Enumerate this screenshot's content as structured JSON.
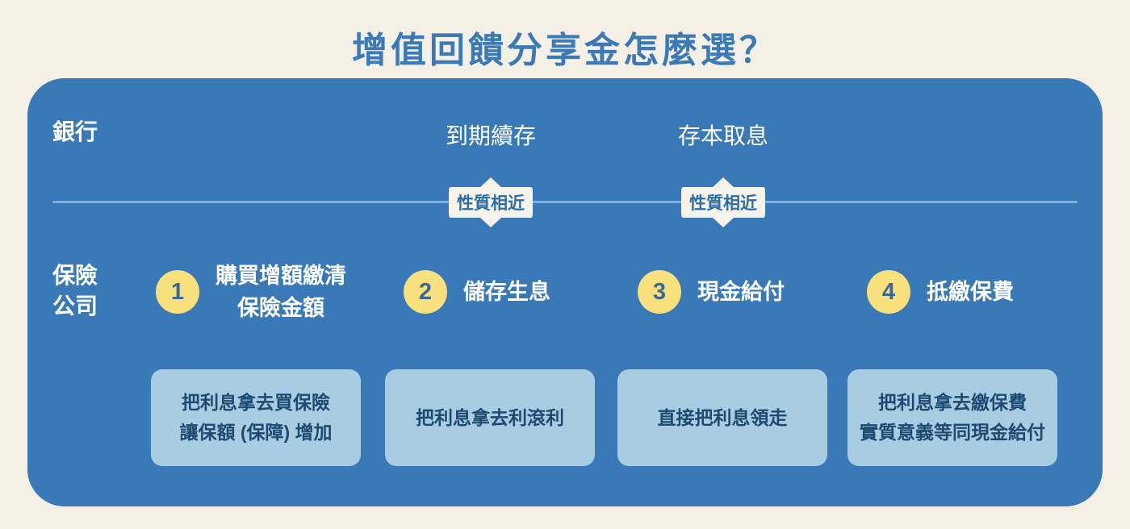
{
  "title": "增值回饋分享金怎麼選？",
  "colors": {
    "page_background": "#f5f0e6",
    "panel_blue": "#3a79b8",
    "card_light_blue": "#a8cce2",
    "circle_yellow": "#f8e07d",
    "title_blue": "#3c7ab6",
    "badge_background": "#f6f3ec",
    "badge_text_blue": "#2e6da4",
    "card_text_navy": "#1d4a70"
  },
  "panel": {
    "bank": {
      "label": "銀行",
      "terms": [
        "到期續存",
        "存本取息"
      ]
    },
    "similar_badge_label": "性質相近",
    "insurer": {
      "label": "保險\n公司"
    },
    "options": [
      {
        "number": "1",
        "name": "購買增額繳清\n保險金額",
        "description": "把利息拿去買保險\n讓保額 (保障) 增加"
      },
      {
        "number": "2",
        "name": "儲存生息",
        "description": "把利息拿去利滾利"
      },
      {
        "number": "3",
        "name": "現金給付",
        "description": "直接把利息領走"
      },
      {
        "number": "4",
        "name": "抵繳保費",
        "description": "把利息拿去繳保費\n實質意義等同現金給付"
      }
    ]
  }
}
